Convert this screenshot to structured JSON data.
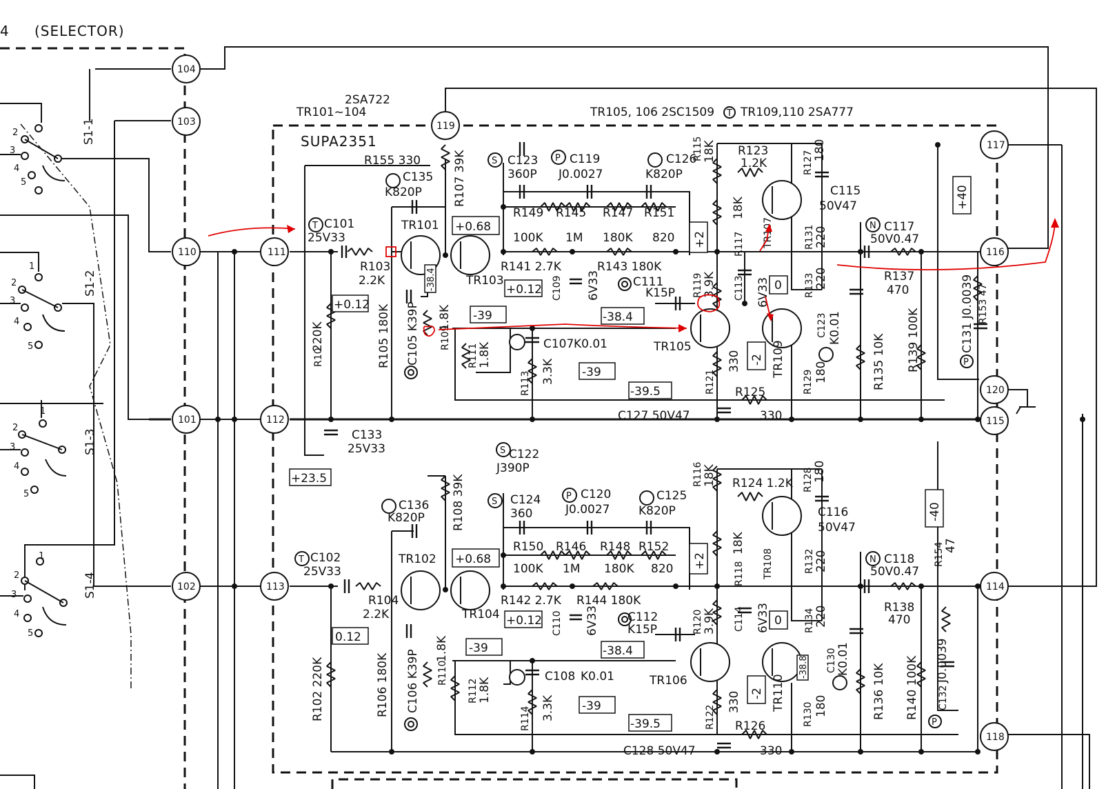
{
  "header": {
    "page_fragment": "4",
    "selector_label": "(SELECTOR)",
    "board_label": "SUPA2351",
    "tr_top_left": "TR101~104",
    "tr_top_left_type": "2SA722",
    "tr_top_right": "TR105, 106 2SC1509",
    "tr_top_right2": "TR109,110 2SA777"
  },
  "nodes": [
    "104",
    "103",
    "119",
    "110",
    "111",
    "101",
    "112",
    "102",
    "113",
    "117",
    "116",
    "120",
    "115",
    "114",
    "118"
  ],
  "switches": [
    "S1-1",
    "S1-2",
    "S1-3",
    "S1-4"
  ],
  "switch_pins": [
    "1",
    "2",
    "3",
    "4",
    "5"
  ],
  "components": [
    "R155 330",
    "C135",
    "K820P",
    "R107 39K",
    "C123",
    "360P",
    "C119",
    "J0.0027",
    "C126",
    "K820P",
    "R115",
    "18K",
    "R123",
    "1.2K",
    "R127",
    "180",
    "C115",
    "50V47",
    "C101",
    "25V33",
    "TR101",
    "R149",
    "100K",
    "R145",
    "1M",
    "R147",
    "180K",
    "R151",
    "820",
    "R117",
    "18K",
    "TR107",
    "R131",
    "220",
    "C117",
    "50V0.47",
    "R103",
    "2.2K",
    "TR103",
    "R141 2.7K",
    "R143 180K",
    "C111",
    "K15P",
    "R119",
    "3.9K",
    "C113",
    "6V33",
    "R133",
    "220",
    "R137",
    "470",
    "R10",
    "220K",
    "R105 180K",
    "C105 K39P",
    "R109",
    "1.8K",
    "R111",
    "1.8K",
    "C109",
    "6V33",
    "C107",
    "K0.01",
    "TR105",
    "TR109",
    "C123",
    "K0.01",
    "R135 10K",
    "R139 100K",
    "C131 J0.0039",
    "R153 47",
    "R113",
    "3.3K",
    "R121",
    "330",
    "R125",
    "R129",
    "180",
    "C127 50V47",
    "330",
    "C133",
    "25V33",
    "C122",
    "J390P",
    "R108 39K",
    "C124",
    "360",
    "C120",
    "J0.0027",
    "C125",
    "K820P",
    "C136",
    "K820P",
    "R116",
    "18K",
    "R124 1.2K",
    "R128",
    "180",
    "C116",
    "50V47",
    "C102",
    "25V33",
    "TR102",
    "R150",
    "100K",
    "R146",
    "1M",
    "R148",
    "180K",
    "R152",
    "820",
    "R118",
    "18K",
    "TR108",
    "R132",
    "220",
    "C118",
    "50V0.47",
    "R154",
    "47",
    "R104",
    "2.2K",
    "TR104",
    "R142 2.7K",
    "R144 180K",
    "C112",
    "K15P",
    "R120",
    "3.9K",
    "C114",
    "6V33",
    "R134",
    "220",
    "R138",
    "470",
    "R102 220K",
    "R106 180K",
    "C106 K39P",
    "R110",
    "1.8K",
    "R112",
    "1.8K",
    "C110",
    "6V33",
    "C108",
    "K0.01",
    "TR106",
    "TR110",
    "C130",
    "K0.01",
    "R136 10K",
    "R140 100K",
    "C132",
    "J0.0039",
    "R114",
    "3.3K",
    "R122",
    "330",
    "R126",
    "R130",
    "180",
    "C128 50V47",
    "330",
    "-38.8"
  ],
  "voltages": [
    "+0.68",
    "+0.12",
    "-39",
    "-38.4",
    "-39",
    "-39.5",
    "+2",
    "0",
    "-2",
    "+0.12",
    "+23.5",
    "+40",
    "+0.68",
    "0.12",
    "+0.12",
    "-39",
    "-38.4",
    "-39",
    "-39.5",
    "+2",
    "0",
    "-2",
    "-40",
    "-38.4"
  ],
  "markers": {
    "t": "T",
    "s": "S",
    "p": "P",
    "n": "N"
  },
  "colors": {
    "ink": "#111111",
    "annotation": "#e00000",
    "paper": "#ffffff"
  }
}
